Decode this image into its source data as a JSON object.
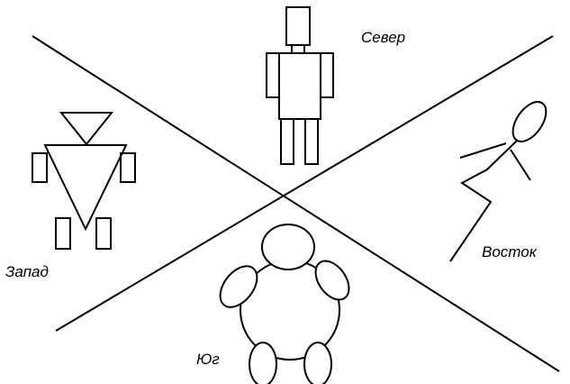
{
  "labels": {
    "north": "Север",
    "east": "Восток",
    "west": "Запад",
    "south": "Юг"
  },
  "colors": {
    "stroke": "#000000",
    "background": "#ffffff"
  }
}
